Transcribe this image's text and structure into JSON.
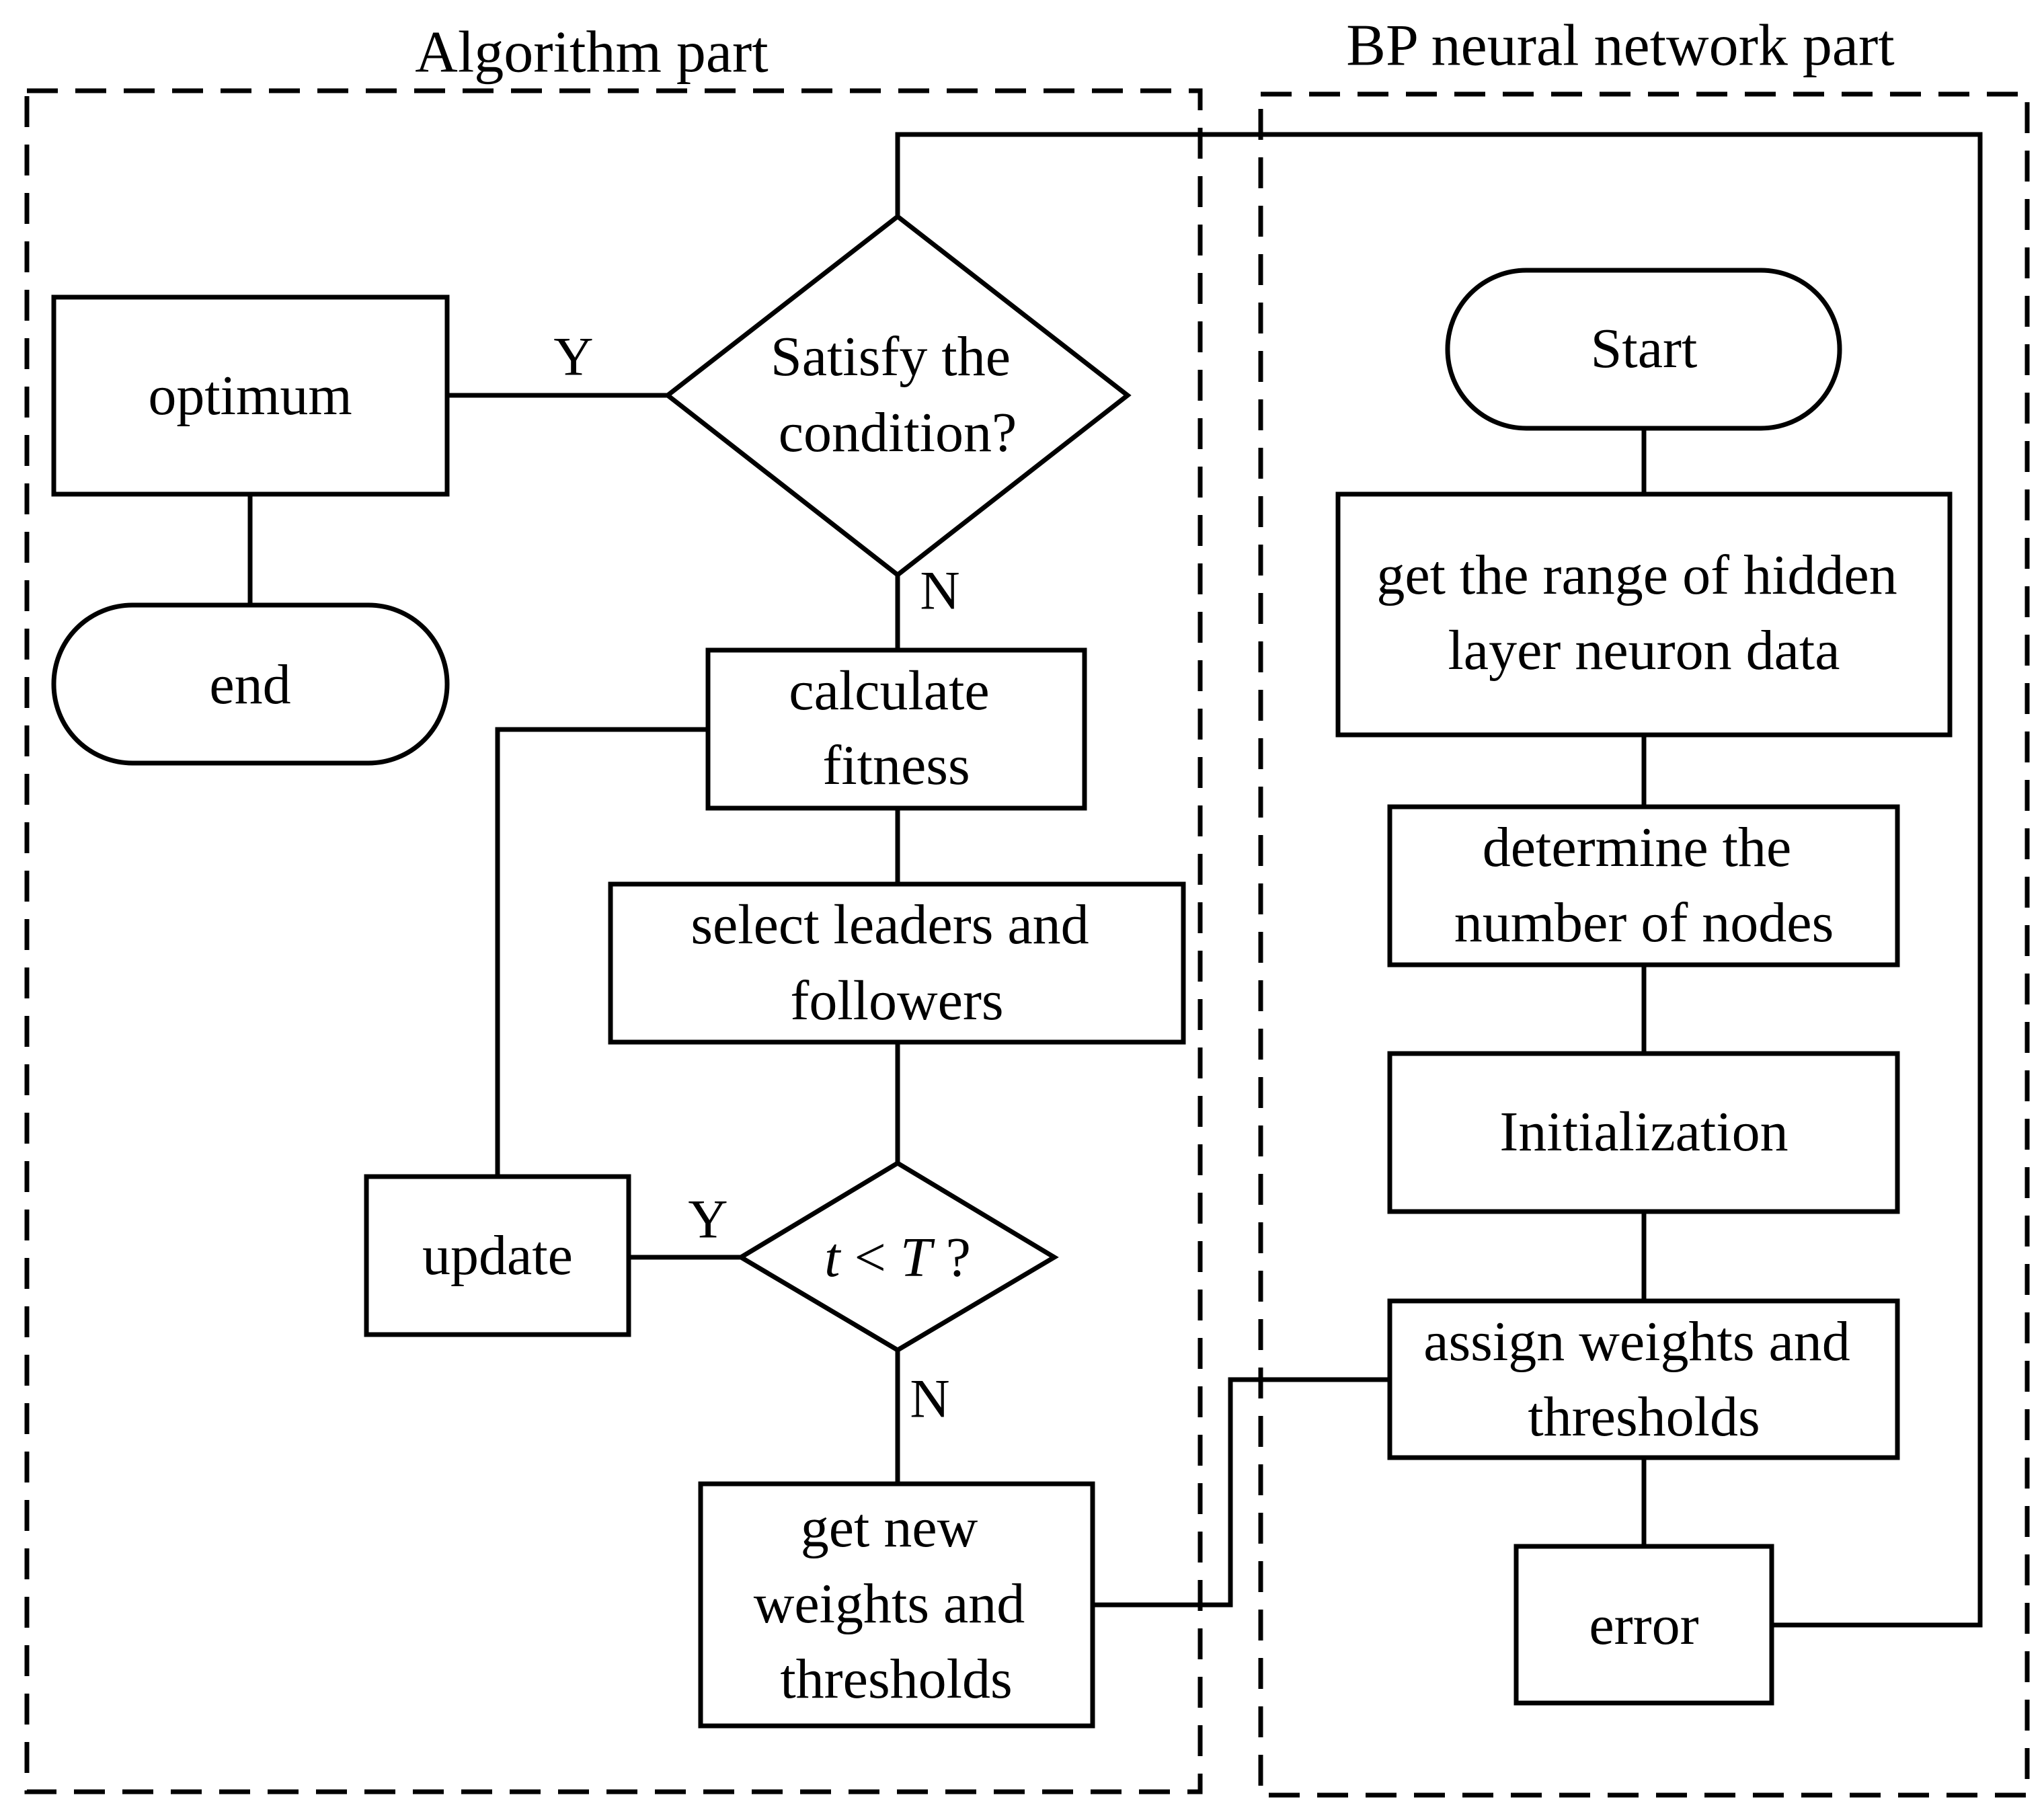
{
  "panels": {
    "algorithm": {
      "title": "Algorithm part"
    },
    "bp": {
      "title": "BP neural network part"
    }
  },
  "nodes": {
    "satisfy": {
      "lines": [
        "Satisfy  the",
        "condition?"
      ]
    },
    "optimum": {
      "lines": [
        "optimum"
      ]
    },
    "end": {
      "lines": [
        "end"
      ]
    },
    "calculate": {
      "lines": [
        "calculate",
        "fitness"
      ]
    },
    "select": {
      "lines": [
        "select leaders and",
        "followers"
      ]
    },
    "update": {
      "lines": [
        "update"
      ]
    },
    "tlessT": {
      "parts": [
        "t",
        " < ",
        "T",
        " ?"
      ]
    },
    "getnew": {
      "lines": [
        "get new",
        "weights and",
        "thresholds"
      ]
    },
    "start": {
      "lines": [
        "Start"
      ]
    },
    "range": {
      "lines": [
        "get the range of hidden",
        "layer neuron data"
      ]
    },
    "determine": {
      "lines": [
        "determine the",
        "number of nodes"
      ]
    },
    "init": {
      "lines": [
        "Initialization"
      ]
    },
    "assign": {
      "lines": [
        "assign weights and",
        "thresholds"
      ]
    },
    "error": {
      "lines": [
        "error"
      ]
    }
  },
  "branch_labels": {
    "satisfy_yes": "Y",
    "satisfy_no": "N",
    "t_yes": "Y",
    "t_no": "N"
  },
  "colors": {
    "stroke": "#000000",
    "fill": "#ffffff"
  }
}
